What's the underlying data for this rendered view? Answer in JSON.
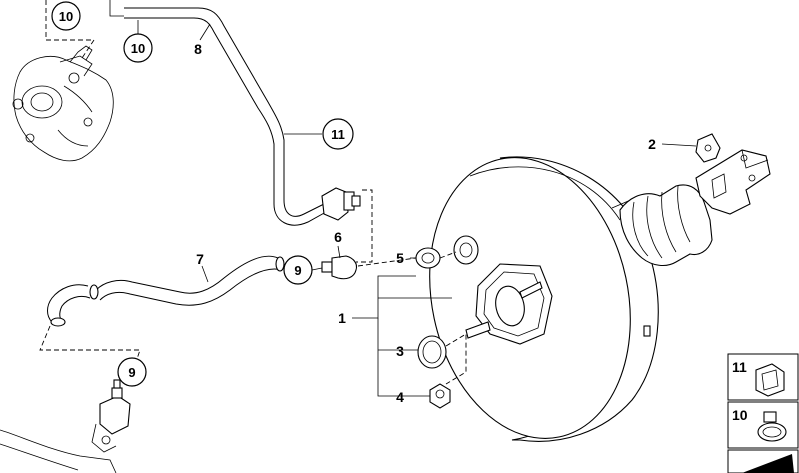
{
  "labels": {
    "p1": "1",
    "p2": "2",
    "p3": "3",
    "p4": "4",
    "p5": "5",
    "p6": "6",
    "p7": "7",
    "p8": "8",
    "p9a": "9",
    "p9b": "9",
    "p10a": "10",
    "p10b": "10",
    "p11": "11"
  },
  "legend": {
    "items": [
      {
        "label": "11",
        "icon": "hose-holder-icon"
      },
      {
        "label": "10",
        "icon": "hose-clamp-icon"
      },
      {
        "label": "",
        "icon": "wedge-part-icon"
      }
    ]
  }
}
